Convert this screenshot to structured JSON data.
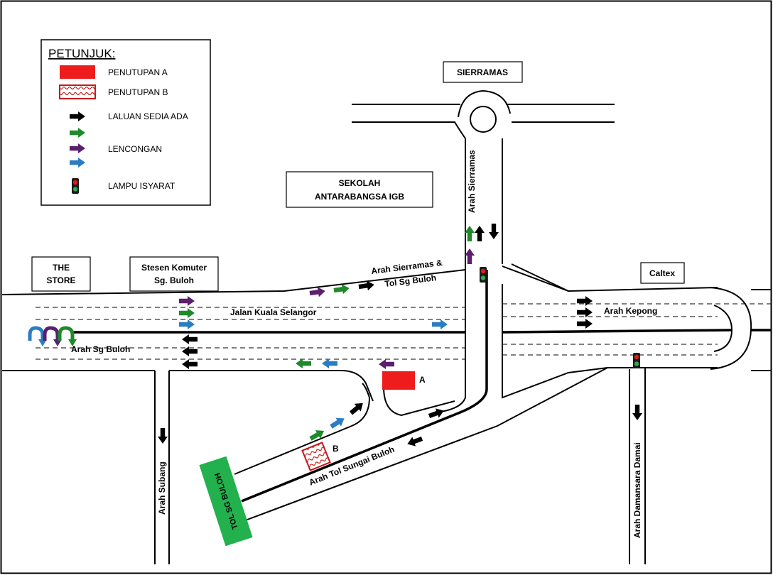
{
  "legend": {
    "title": "PETUNJUK:",
    "closure_a": "PENUTUPAN  A",
    "closure_b": "PENUTUPAN  B",
    "existing_route": "LALUAN  SEDIA ADA",
    "detour": "LENCONGAN",
    "traffic_light": "LAMPU  ISYARAT"
  },
  "places": {
    "sierramas": "SIERRAMAS",
    "school_line1": "SEKOLAH",
    "school_line2": "ANTARABANGSA  IGB",
    "the_store_line1": "THE",
    "the_store_line2": "STORE",
    "komuter_line1": "Stesen Komuter",
    "komuter_line2": "Sg. Buloh",
    "caltex": "Caltex",
    "toll": "TOL SG BULOH"
  },
  "roads": {
    "jalan_kuala_selangor": "Jalan Kuala Selangor",
    "arah_sg_buloh": "Arah Sg Buloh",
    "arah_kepong": "Arah Kepong",
    "arah_sierramas": "Arah Sierramas",
    "arah_sierramas_tol_line1": "Arah Sierramas &",
    "arah_sierramas_tol_line2": "Tol Sg Buloh",
    "arah_subang": "Arah Subang",
    "arah_damansara": "Arah Damansara  Damai",
    "arah_tol_sungai_buloh": "Arah Tol Sungai  Buloh"
  },
  "markers": {
    "closure_a": "A",
    "closure_b": "B"
  },
  "colors": {
    "closure_a": "#ee1c1c",
    "closure_b_border": "#c41a1a",
    "existing": "#000000",
    "detour_green": "#1f8a2a",
    "detour_purple": "#5c1e6e",
    "detour_blue": "#2a7dc2",
    "toll_booth": "#22b14c",
    "lamp_red": "#e01b1b",
    "lamp_green": "#2fa84f"
  }
}
